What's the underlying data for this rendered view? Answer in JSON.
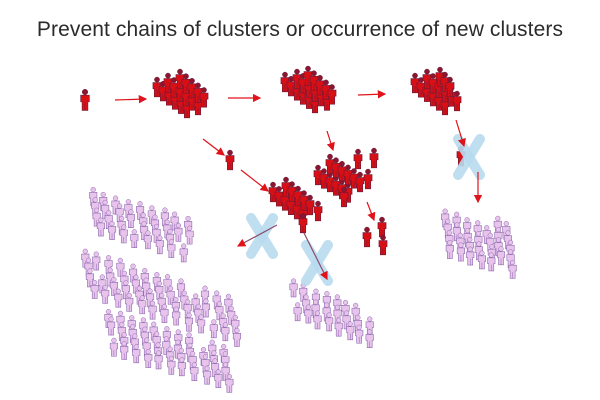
{
  "slide": {
    "title": "Prevent chains of clusters or occurrence of new clusters"
  },
  "colors": {
    "infected_body": "#d80f14",
    "infected_head": "#8a1630",
    "infected_outline": "#6b1a3a",
    "susceptible_body": "#e8c3ec",
    "susceptible_outline": "#8e6bb0",
    "arrow": "#e0131a",
    "blocked_arrow": "#8a4a6a",
    "block_mark": "#b9dbef"
  },
  "diagram": {
    "infected_groups": [
      "index-case",
      "cluster-1",
      "secondary-case",
      "cluster-2",
      "cluster-3",
      "cluster-2b",
      "cluster-4",
      "pair-case"
    ],
    "susceptible_groups": [
      "population-left",
      "population-center",
      "population-right"
    ],
    "block_marks": [
      "block-left",
      "block-center",
      "block-right"
    ]
  }
}
